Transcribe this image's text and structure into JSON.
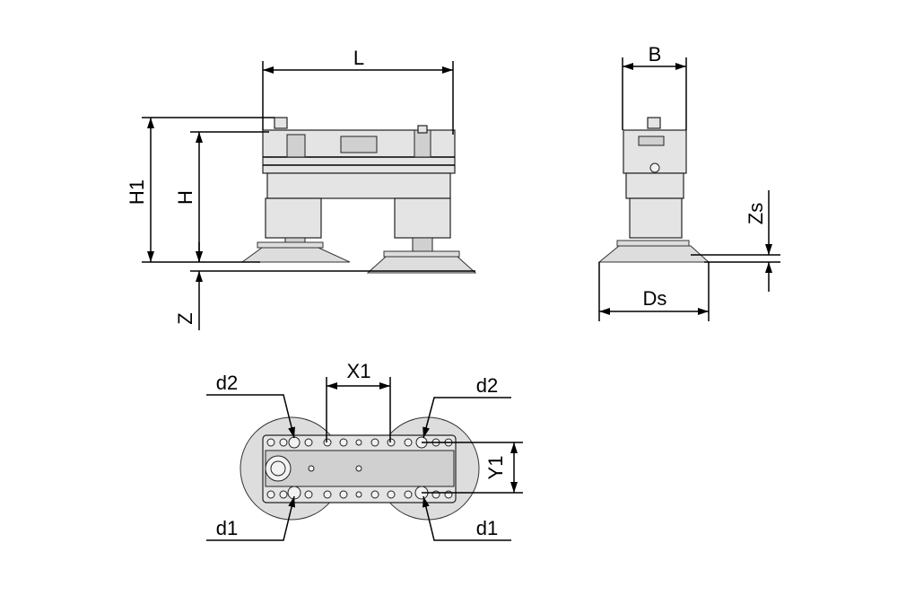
{
  "front_view": {
    "labels": {
      "length": "L",
      "height_total": "H1",
      "height": "H",
      "stroke": "Z"
    }
  },
  "side_view": {
    "labels": {
      "width": "B",
      "cup_stroke": "Zs",
      "cup_diameter": "Ds"
    }
  },
  "bottom_view": {
    "labels": {
      "spacing_x": "X1",
      "spacing_y": "Y1",
      "port_d2_left": "d2",
      "port_d2_right": "d2",
      "port_d1_left": "d1",
      "port_d1_right": "d1"
    }
  },
  "colors": {
    "line": "#000000",
    "part_fill": "#e4e4e4",
    "cup_fill": "#dddddd"
  }
}
